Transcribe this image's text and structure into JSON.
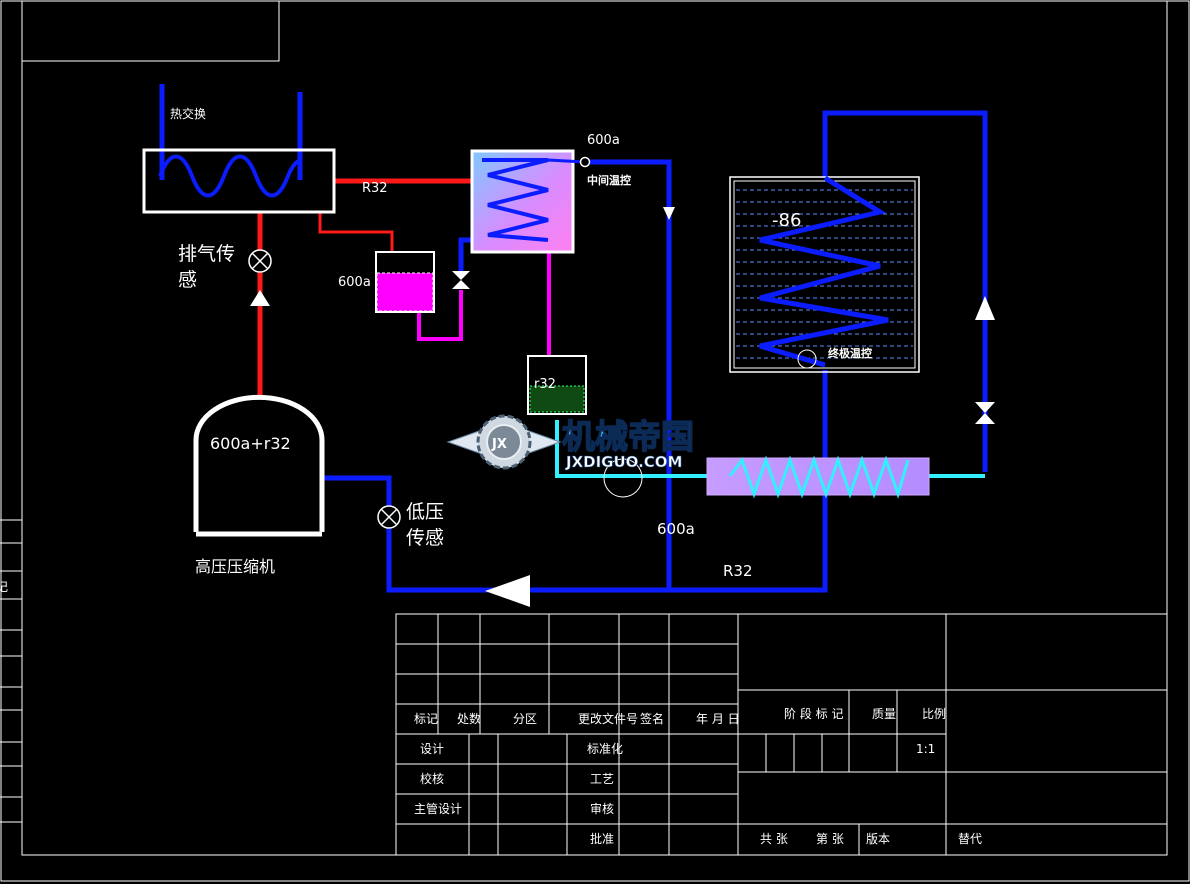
{
  "diagram": {
    "labels": {
      "heat_exchange": "热交换",
      "r32_top": "R32",
      "r600a_tank": "600a",
      "r600a_top": "600a",
      "intermediate_temp_ctrl": "中间温控",
      "exhaust_sensor_line1": "排气传",
      "exhaust_sensor_line2": "感",
      "r32_separator": "r32",
      "minus86": "-86",
      "final_temp_ctrl": "终极温控",
      "compressor_fluids": "600a+r32",
      "compressor_name": "高压压缩机",
      "low_pressure_line1": "低压",
      "low_pressure_line2": "传感",
      "r600a_bottom": "600a",
      "r32_bottom": "R32"
    },
    "watermark": {
      "title": "机械帝国",
      "url": "JXDIGUO.COM",
      "logo_text": "JX"
    }
  },
  "title_block": {
    "header": {
      "mark": "标记",
      "count": "处数",
      "zone": "分区",
      "change_doc_no": "更改文件号",
      "signature": "签名",
      "date": "年 月 日"
    },
    "roles": {
      "design": "设计",
      "standardization": "标准化",
      "check": "校核",
      "process": "工艺",
      "chief_design": "主管设计",
      "review": "审核",
      "approve": "批准"
    },
    "right": {
      "stage_mark": "阶 段 标 记",
      "mass": "质量",
      "scale": "比例",
      "scale_value": "1:1",
      "total_sheets": "共 张",
      "sheet_no": "第 张",
      "version": "版本",
      "replace": "替代"
    },
    "left_edge_char": "记"
  },
  "colors": {
    "background": "#000000",
    "frame": "#ffffff",
    "hot_line": "#ff1a1a",
    "cold_line": "#0b1cff",
    "magenta": "#ff00ff",
    "cyan": "#33f0ff",
    "watermark_blue": "#3fb6ff"
  }
}
